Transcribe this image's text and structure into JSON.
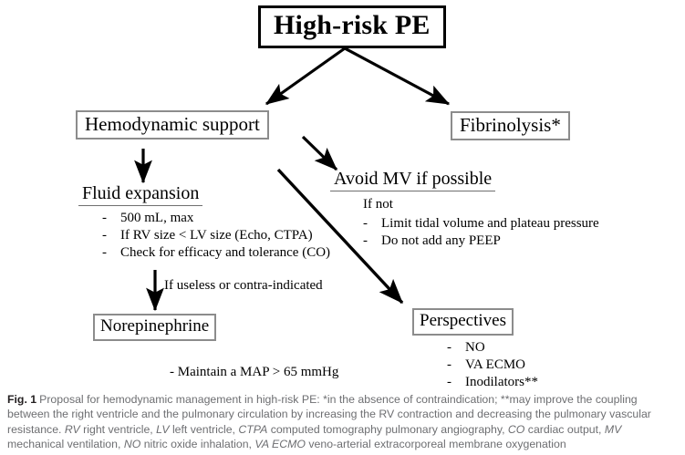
{
  "figure": {
    "root": {
      "label": "High-risk PE"
    },
    "branches": {
      "hemodynamic": {
        "label": "Hemodynamic support"
      },
      "fibrinolysis": {
        "label": "Fibrinolysis*"
      }
    },
    "fluid_expansion": {
      "heading": "Fluid expansion",
      "bullets": [
        "500 mL, max",
        "If RV size < LV size (Echo, CTPA)",
        "Check for efficacy and tolerance (CO)"
      ]
    },
    "avoid_mv": {
      "heading": "Avoid MV if possible",
      "intro": "If not",
      "bullets": [
        "Limit tidal volume and plateau pressure",
        "Do not add any PEEP"
      ]
    },
    "norepinephrine": {
      "edge_label": "If useless or contra-indicated",
      "label": "Norepinephrine",
      "note": "- Maintain a MAP > 65 mmHg"
    },
    "perspectives": {
      "label": "Perspectives",
      "bullets": [
        "NO",
        "VA ECMO",
        "Inodilators**"
      ]
    },
    "bullet_dash": "-"
  },
  "caption": {
    "fig_label": "Fig. 1",
    "part1": "Proposal for hemodynamic management in high-risk PE: *in the absence of contraindication; **may improve the coupling between the right ventricle and the pulmonary circulation by increasing the RV contraction and decreasing the pulmonary vascular resistance. ",
    "abbr1": "RV",
    "text1": " right ventricle, ",
    "abbr2": "LV",
    "text2": " left ventricle, ",
    "abbr3": "CTPA",
    "text3": " computed tomography pulmonary angiography, ",
    "abbr4": "CO",
    "text4": " cardiac output, ",
    "abbr5": "MV",
    "text5": " mechanical ventilation, ",
    "abbr6": "NO",
    "text6": " nitric oxide inhalation, ",
    "abbr7": "VA ECMO",
    "text7": " veno-arterial extracorporeal membrane oxygenation"
  },
  "colors": {
    "box_border_root": "#000000",
    "box_border_gray": "#8c8c8c",
    "arrow": "#000000",
    "caption_text": "#6d6e71",
    "caption_label": "#231f20",
    "background": "#ffffff"
  }
}
